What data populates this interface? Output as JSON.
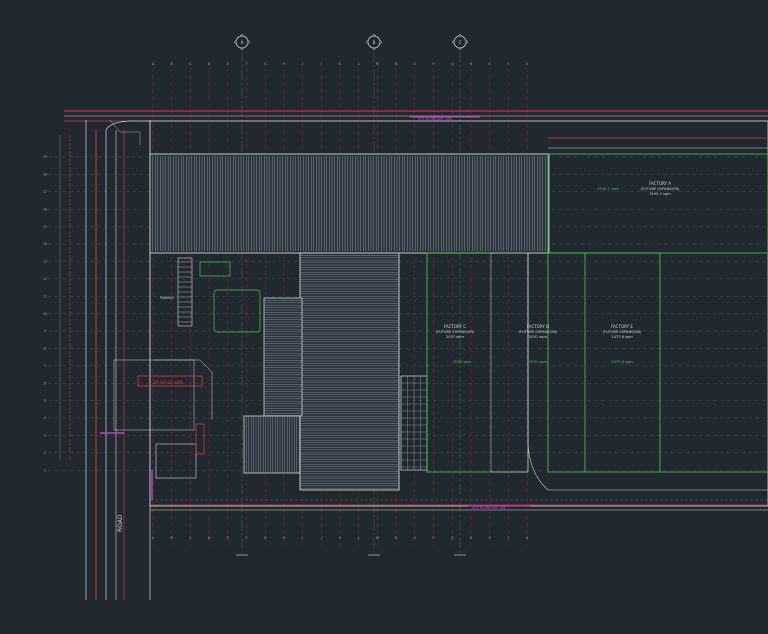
{
  "drawing": {
    "background": "#212830",
    "colors": {
      "line": "#cfd4da",
      "dim": "#8a929b",
      "grid": "#9aa2ab",
      "red": "#e23b3b",
      "green": "#3ed13e",
      "magenta": "#c040d0"
    },
    "section_markers": [
      "A",
      "B",
      "C"
    ],
    "column_grid": [
      "A",
      "B",
      "C",
      "D",
      "E",
      "F",
      "G",
      "H",
      "I",
      "J",
      "K",
      "L",
      "M",
      "N",
      "O",
      "P",
      "Q",
      "R",
      "S",
      "T",
      "U"
    ],
    "row_grid": [
      "19",
      "18",
      "17",
      "16",
      "15",
      "14",
      "13",
      "12",
      "11",
      "10",
      "9",
      "8",
      "7",
      "6",
      "5",
      "4",
      "3",
      "2",
      "1"
    ],
    "road_label": "ROAD",
    "factory_labels": [
      {
        "name": "FACTORY A",
        "sub": "(FUTURE EXPANSION)",
        "area": "3190.7 sqm",
        "green_area": "3190.7 sqm"
      },
      {
        "name": "FACTORY C",
        "sub": "(FUTURE EXPANSION)",
        "area": "2057 sqm",
        "green_area": "2057 sqm"
      },
      {
        "name": "FACTORY D",
        "sub": "(FUTURE EXPANSION)",
        "area": "2091 sqm",
        "green_area": "2091 sqm"
      },
      {
        "name": "FACTORY E",
        "sub": "(FUTURE EXPANSION)",
        "area": "1477.6 sqm",
        "green_area": "1477.6 sqm"
      }
    ],
    "highlight_label": "20.10.00.000",
    "parking_label": "PARKING",
    "boundary_labels": [
      "SITE BOUNDARY LINE",
      "SITE BOUNDARY LINE"
    ]
  }
}
